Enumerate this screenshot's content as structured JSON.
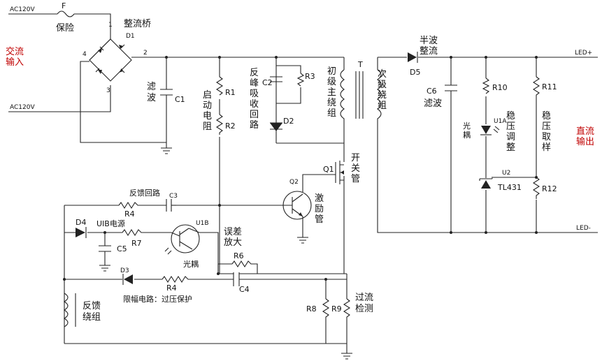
{
  "inputs": {
    "ac_top": "AC120V",
    "ac_bottom": "AC120V",
    "title": "交流\n输入"
  },
  "fuse": {
    "ref": "F",
    "label": "保险"
  },
  "bridge": {
    "ref": "D1",
    "label": "整流桥",
    "pins": [
      "1",
      "2",
      "3",
      "4"
    ]
  },
  "filter": {
    "label": "滤\n波",
    "cap": "C1"
  },
  "start_res": {
    "label": "启\n动\n电\n阻",
    "r1": "R1",
    "r2": "R2"
  },
  "snubber": {
    "label": "反\n峰\n吸\n收\n回\n路",
    "cap": "C2",
    "res": "R3",
    "diode": "D2"
  },
  "transformer": {
    "ref": "T",
    "primary": "初\n级\n主\n绕\n组",
    "secondary": "次\n级\n绕\n组"
  },
  "switch": {
    "ref": "Q1",
    "label": "开\n关\n管"
  },
  "exciter": {
    "ref": "Q2",
    "label": "激\n励\n管"
  },
  "feedback_loop": {
    "label": "反馈回路",
    "res": "R4",
    "cap": "C3"
  },
  "uib_supply": {
    "diode": "D4",
    "label": "UIB电源",
    "res": "R7",
    "cap": "C5"
  },
  "optocoupler_rx": {
    "ref": "U1B",
    "label": "光耦"
  },
  "error_amp": {
    "label": "误差\n放大",
    "res": "R6",
    "cap": "C4"
  },
  "limiter": {
    "diode": "D3",
    "res": "R4",
    "label": "限幅电路：过压保护"
  },
  "fb_winding": {
    "label": "反馈\n绕组"
  },
  "overcurrent": {
    "label": "过流\n检测",
    "r8": "R8",
    "r9": "R9"
  },
  "output_rect": {
    "diode": "D5",
    "label": "半波\n整流"
  },
  "output_filter": {
    "cap": "C6",
    "label": "滤波"
  },
  "led_branch": {
    "res": "R10",
    "opto": "U1A",
    "opto_label": "光\n耦",
    "reg_label": "稳\n压\n调\n整"
  },
  "regulator": {
    "ref": "U2",
    "part": "TL431"
  },
  "sampling": {
    "r11": "R11",
    "r12": "R12",
    "label": "稳\n压\n取\n样"
  },
  "output": {
    "plus": "LED+",
    "minus": "LED-",
    "title": "直流\n输出"
  }
}
